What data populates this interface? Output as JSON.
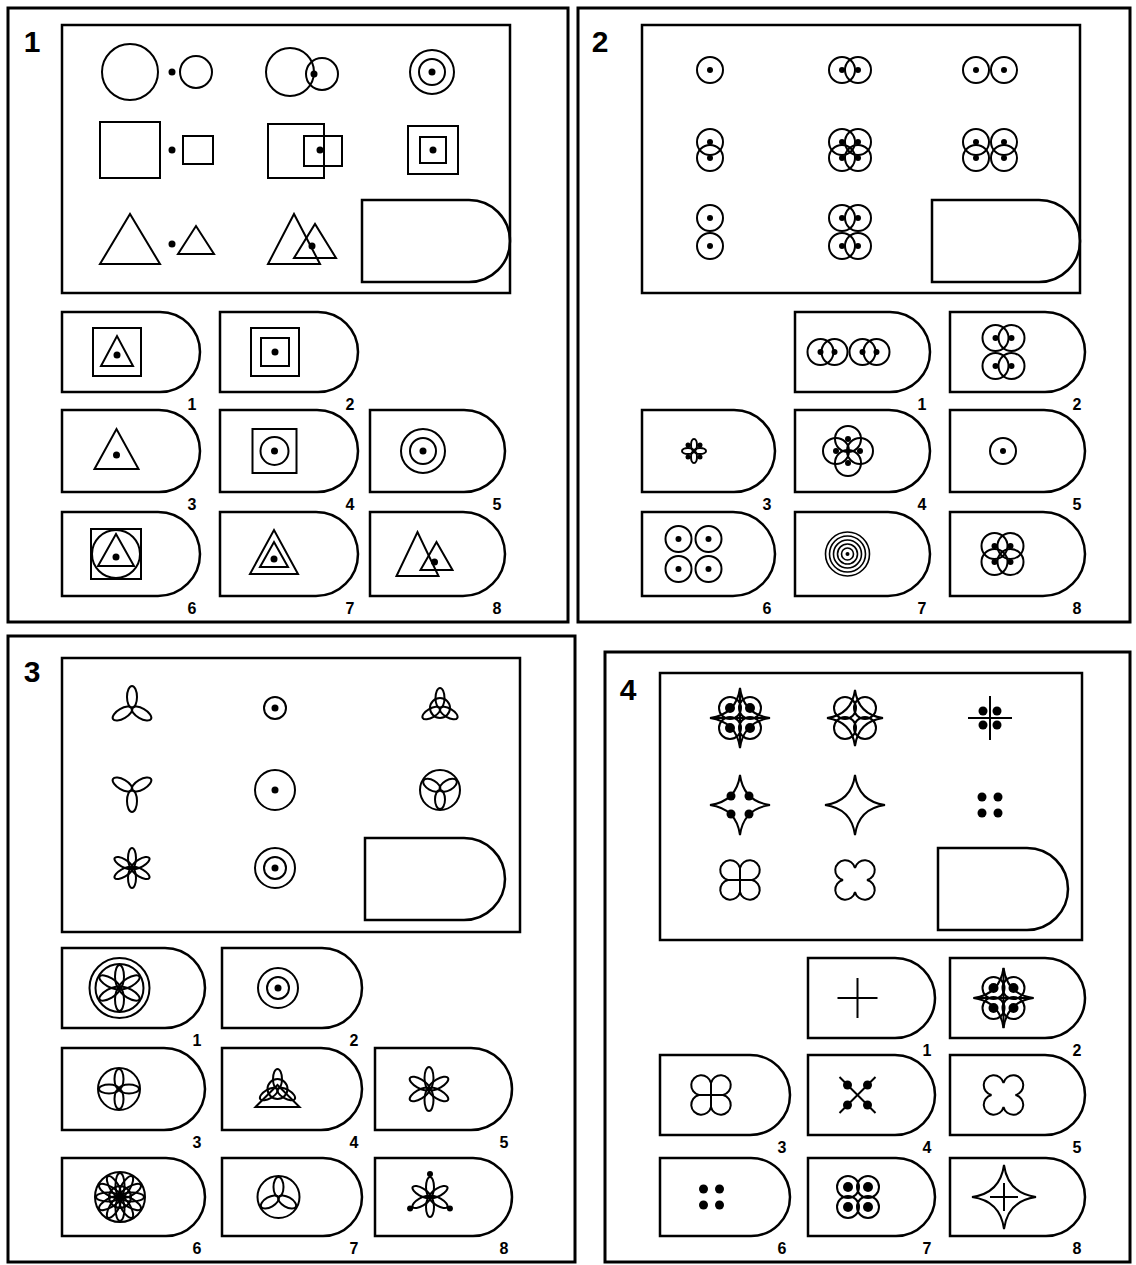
{
  "diagram": {
    "labels": [
      "1",
      "1",
      "2",
      "3",
      "4",
      "5",
      "6",
      "7",
      "8",
      "2",
      "1",
      "2",
      "3",
      "4",
      "5",
      "6",
      "7",
      "8",
      "3",
      "1",
      "2",
      "3",
      "4",
      "5",
      "6",
      "7",
      "8",
      "4",
      "1",
      "2",
      "3",
      "4",
      "5",
      "6",
      "7",
      "8"
    ]
  }
}
